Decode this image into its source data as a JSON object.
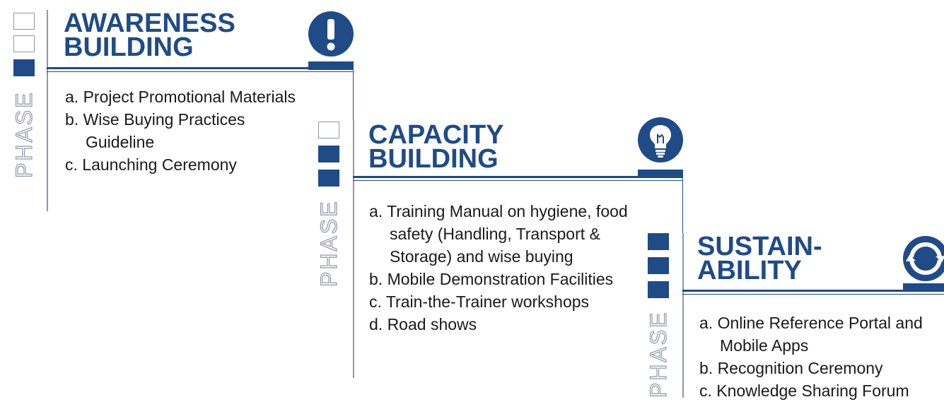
{
  "phase_label": "PHASE",
  "phases": [
    {
      "title_line1": "AWARENESS",
      "title_line2": "BUILDING",
      "icon": "exclamation-icon",
      "items": [
        "a. Project Promotional Materials",
        "b. Wise Buying Practices Guideline",
        "c. Launching Ceremony"
      ]
    },
    {
      "title_line1": "CAPACITY",
      "title_line2": "BUILDING",
      "icon": "lightbulb-icon",
      "items": [
        "a. Training Manual on hygiene, food safety (Handling, Transport & Storage) and wise buying",
        "b. Mobile Demonstration Facilities",
        "c. Train-the-Trainer workshops",
        "d. Road shows"
      ]
    },
    {
      "title_line1": "SUSTAIN-",
      "title_line2": "ABILITY",
      "icon": "cycle-icon",
      "items": [
        "a. Online Reference Portal and Mobile Apps",
        "b. Recognition Ceremony",
        "c. Knowledge Sharing Forum"
      ]
    }
  ],
  "colors": {
    "primary": "#1f4b87",
    "gray": "#8f98a8",
    "text": "#1a1a1a"
  }
}
